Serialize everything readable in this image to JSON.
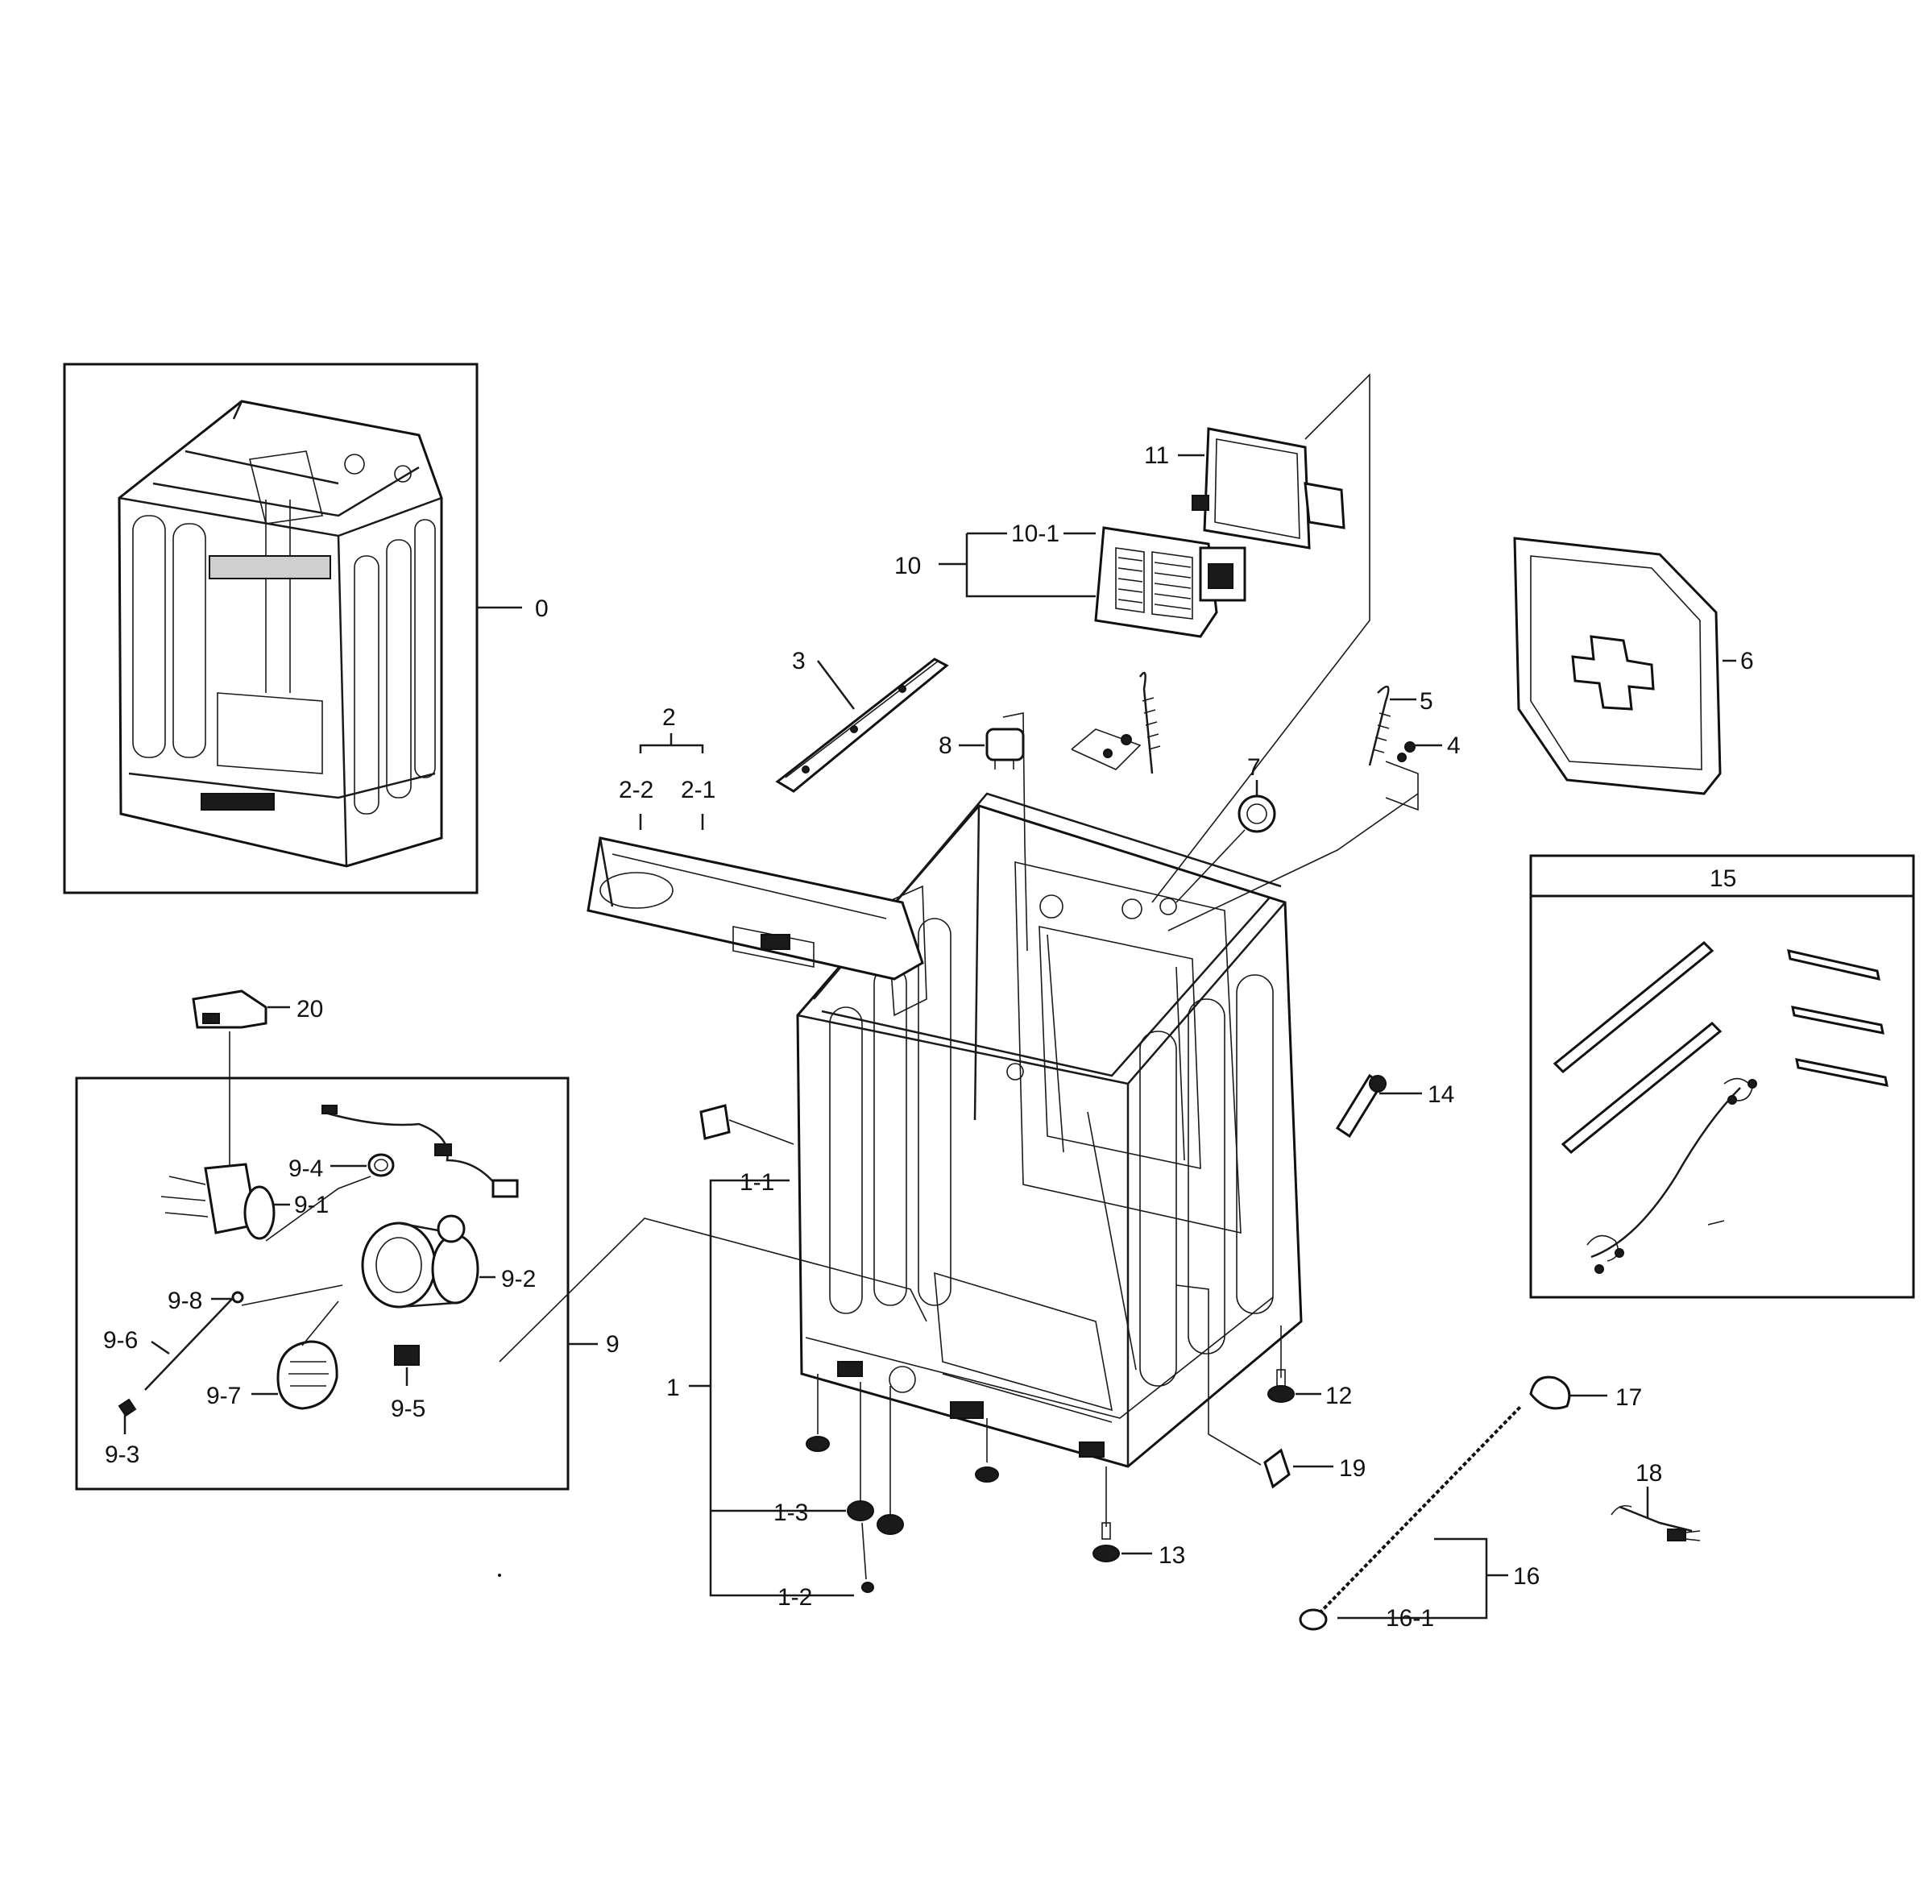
{
  "callouts": {
    "c0": "0",
    "c1": "1",
    "c1_1": "1-1",
    "c1_2": "1-2",
    "c1_3": "1-3",
    "c2": "2",
    "c2_1": "2-1",
    "c2_2": "2-2",
    "c3": "3",
    "c4": "4",
    "c5": "5",
    "c6": "6",
    "c7": "7",
    "c8": "8",
    "c9": "9",
    "c9_1": "9-1",
    "c9_2": "9-2",
    "c9_3": "9-3",
    "c9_4": "9-4",
    "c9_5": "9-5",
    "c9_6": "9-6",
    "c9_7": "9-7",
    "c9_8": "9-8",
    "c10": "10",
    "c10_1": "10-1",
    "c11": "11",
    "c12": "12",
    "c13": "13",
    "c14": "14",
    "c15": "15",
    "c16": "16",
    "c16_1": "16-1",
    "c17": "17",
    "c18": "18",
    "c19": "19",
    "c20": "20"
  },
  "colors": {
    "ink": "#111111",
    "paper": "#ffffff"
  }
}
